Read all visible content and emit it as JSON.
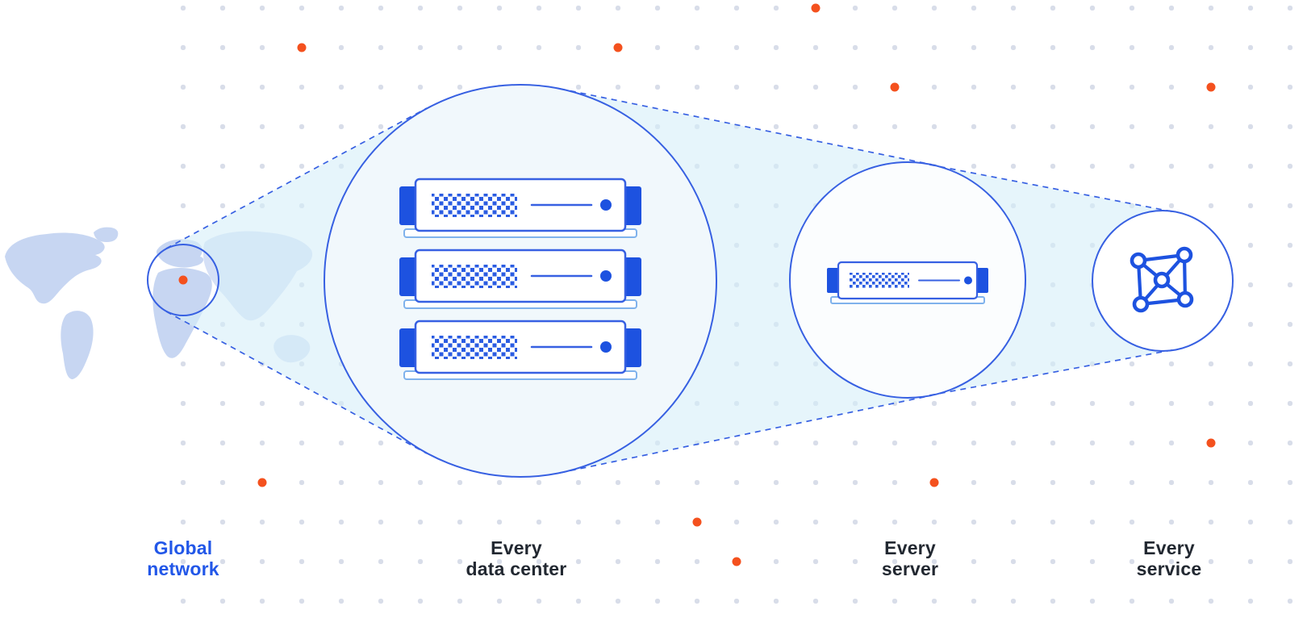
{
  "diagram": {
    "type": "zoom-sequence",
    "description": "Global network zooming into data center, server, and service",
    "stages": [
      {
        "id": "global-network",
        "label": "Global\nnetwork",
        "icon": "world-map-icon",
        "emphasis": "blue"
      },
      {
        "id": "every-data-center",
        "label": "Every\ndata center",
        "icon": "server-rack-icon",
        "emphasis": "dark"
      },
      {
        "id": "every-server",
        "label": "Every\nserver",
        "icon": "server-icon",
        "emphasis": "dark"
      },
      {
        "id": "every-service",
        "label": "Every\nservice",
        "icon": "network-mesh-icon",
        "emphasis": "dark"
      }
    ]
  },
  "icons": {
    "map": "world-map-icon",
    "rack": "server-rack-icon",
    "server": "server-icon",
    "mesh": "network-mesh-icon",
    "marker": "location-dot-icon"
  },
  "colors": {
    "diagram-blue": "#3760e2",
    "deep-blue": "#1d52e0",
    "pattern-blue": "#2b5ce2",
    "accent-orange": "#f4511e",
    "grid-dot": "#d8dde9",
    "cone-fill": "rgba(213,238,248,0.6)",
    "circle-fill-large": "#f1f8fc",
    "circle-fill-medium": "#fbfdfe",
    "circle-fill-small": "#ffffff",
    "map-fill": "#c7d6f2",
    "map-fill-light": "#d5e0f6",
    "shelf-blue": "#7fb2ec",
    "label-dark": "#222831",
    "label-blue": "#2257e8"
  }
}
